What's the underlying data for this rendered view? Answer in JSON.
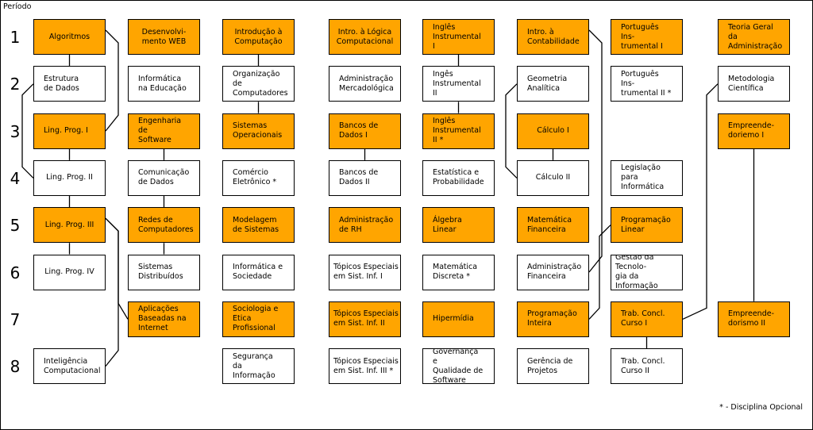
{
  "title": "Período",
  "legend": "* - Disciplina Opcional",
  "periods": [
    "1",
    "2",
    "3",
    "4",
    "5",
    "6",
    "7",
    "8"
  ],
  "courses": [
    {
      "id": "c1p1",
      "label": "Algoritmos",
      "type": "required",
      "col": 1,
      "period": 1
    },
    {
      "id": "c1p2",
      "label": "Estrutura\nde Dados",
      "type": "optional",
      "col": 1,
      "period": 2
    },
    {
      "id": "c1p3",
      "label": "Ling. Prog. I",
      "type": "required",
      "col": 1,
      "period": 3
    },
    {
      "id": "c1p4",
      "label": "Ling. Prog. II",
      "type": "optional",
      "col": 1,
      "period": 4
    },
    {
      "id": "c1p5",
      "label": "Ling. Prog. III",
      "type": "required",
      "col": 1,
      "period": 5
    },
    {
      "id": "c1p6",
      "label": "Ling. Prog. IV",
      "type": "optional",
      "col": 1,
      "period": 6
    },
    {
      "id": "c1p8",
      "label": "Inteligência\nComputacional",
      "type": "optional",
      "col": 1,
      "period": 8
    },
    {
      "id": "c2p1",
      "label": "Desenvolvi-\nmento WEB",
      "type": "required",
      "col": 2,
      "period": 1
    },
    {
      "id": "c2p2",
      "label": "Informática\nna Educação",
      "type": "optional",
      "col": 2,
      "period": 2
    },
    {
      "id": "c2p3",
      "label": "Engenharia de\nSoftware",
      "type": "required",
      "col": 2,
      "period": 3
    },
    {
      "id": "c2p4",
      "label": "Comunicação\nde Dados",
      "type": "optional",
      "col": 2,
      "period": 4
    },
    {
      "id": "c2p5",
      "label": "Redes de\nComputadores",
      "type": "required",
      "col": 2,
      "period": 5
    },
    {
      "id": "c2p6",
      "label": "Sistemas\nDistribuídos",
      "type": "optional",
      "col": 2,
      "period": 6
    },
    {
      "id": "c2p7",
      "label": "Aplicações\nBaseadas na\nInternet",
      "type": "required",
      "col": 2,
      "period": 7
    },
    {
      "id": "c3p1",
      "label": "Introdução à\nComputação",
      "type": "required",
      "col": 3,
      "period": 1
    },
    {
      "id": "c3p2",
      "label": "Organização de\nComputadores",
      "type": "optional",
      "col": 3,
      "period": 2
    },
    {
      "id": "c3p3",
      "label": "Sistemas\nOperacionais",
      "type": "required",
      "col": 3,
      "period": 3
    },
    {
      "id": "c3p4",
      "label": "Comércio\nEletrônico *",
      "type": "optional",
      "col": 3,
      "period": 4
    },
    {
      "id": "c3p5",
      "label": "Modelagem\nde Sistemas",
      "type": "required",
      "col": 3,
      "period": 5
    },
    {
      "id": "c3p6",
      "label": "Informática e\nSociedade",
      "type": "optional",
      "col": 3,
      "period": 6
    },
    {
      "id": "c3p7",
      "label": "Sociologia e\nEtica Profissional",
      "type": "required",
      "col": 3,
      "period": 7
    },
    {
      "id": "c3p8",
      "label": "Segurança da\nInformação",
      "type": "optional",
      "col": 3,
      "period": 8
    },
    {
      "id": "c4p1",
      "label": "Intro. à Lógica\nComputacional",
      "type": "required",
      "col": 4,
      "period": 1
    },
    {
      "id": "c4p2",
      "label": "Administração\nMercadológica",
      "type": "optional",
      "col": 4,
      "period": 2
    },
    {
      "id": "c4p3",
      "label": "Bancos de\nDados I",
      "type": "required",
      "col": 4,
      "period": 3
    },
    {
      "id": "c4p4",
      "label": "Bancos de\nDados II",
      "type": "optional",
      "col": 4,
      "period": 4
    },
    {
      "id": "c4p5",
      "label": "Administração\nde RH",
      "type": "required",
      "col": 4,
      "period": 5
    },
    {
      "id": "c4p6",
      "label": "Tópicos Especiais\nem Sist. Inf. I",
      "type": "optional",
      "col": 4,
      "period": 6
    },
    {
      "id": "c4p7",
      "label": "Tópicos Especiais\nem Sist. Inf. II",
      "type": "required",
      "col": 4,
      "period": 7
    },
    {
      "id": "c4p8",
      "label": "Tópicos Especiais\nem Sist. Inf. III *",
      "type": "optional",
      "col": 4,
      "period": 8
    },
    {
      "id": "c5p1",
      "label": "Inglês\nInstrumental I",
      "type": "required",
      "col": 5,
      "period": 1
    },
    {
      "id": "c5p2",
      "label": "Ingês\nInstrumental II",
      "type": "optional",
      "col": 5,
      "period": 2
    },
    {
      "id": "c5p3",
      "label": "Inglês\nInstrumental II *",
      "type": "required",
      "col": 5,
      "period": 3
    },
    {
      "id": "c5p4",
      "label": "Estatística e\nProbabilidade",
      "type": "optional",
      "col": 5,
      "period": 4
    },
    {
      "id": "c5p5",
      "label": "Álgebra\nLinear",
      "type": "required",
      "col": 5,
      "period": 5
    },
    {
      "id": "c5p6",
      "label": "Matemática\nDiscreta *",
      "type": "optional",
      "col": 5,
      "period": 6
    },
    {
      "id": "c5p7",
      "label": "Hipermídia",
      "type": "required",
      "col": 5,
      "period": 7
    },
    {
      "id": "c5p8",
      "label": "Governança e\nQualidade de\nSoftware",
      "type": "optional",
      "col": 5,
      "period": 8
    },
    {
      "id": "c6p1",
      "label": "Intro. à\nContabilidade",
      "type": "required",
      "col": 6,
      "period": 1
    },
    {
      "id": "c6p2",
      "label": "Geometria\nAnalítica",
      "type": "optional",
      "col": 6,
      "period": 2
    },
    {
      "id": "c6p3",
      "label": "Cálculo I",
      "type": "required",
      "col": 6,
      "period": 3
    },
    {
      "id": "c6p4",
      "label": "Cálculo II",
      "type": "optional",
      "col": 6,
      "period": 4
    },
    {
      "id": "c6p5",
      "label": "Matemática\nFinanceira",
      "type": "required",
      "col": 6,
      "period": 5
    },
    {
      "id": "c6p6",
      "label": "Administração\nFinanceira",
      "type": "optional",
      "col": 6,
      "period": 6
    },
    {
      "id": "c6p7",
      "label": "Programação\nInteira",
      "type": "required",
      "col": 6,
      "period": 7
    },
    {
      "id": "c6p8",
      "label": "Gerência de\nProjetos",
      "type": "optional",
      "col": 6,
      "period": 8
    },
    {
      "id": "c7p1",
      "label": "Português Ins-\ntrumental I",
      "type": "required",
      "col": 7,
      "period": 1
    },
    {
      "id": "c7p2",
      "label": "Português Ins-\ntrumental II *",
      "type": "optional",
      "col": 7,
      "period": 2
    },
    {
      "id": "c7p4",
      "label": "Legislação para\nInformática",
      "type": "optional",
      "col": 7,
      "period": 4
    },
    {
      "id": "c7p5",
      "label": "Programação\nLinear",
      "type": "required",
      "col": 7,
      "period": 5
    },
    {
      "id": "c7p6",
      "label": "Gestão da Tecnolo-\ngia da Informação",
      "type": "optional",
      "col": 7,
      "period": 6
    },
    {
      "id": "c7p7",
      "label": "Trab. Concl.\nCurso I",
      "type": "required",
      "col": 7,
      "period": 7
    },
    {
      "id": "c7p8",
      "label": "Trab. Concl.\nCurso II",
      "type": "optional",
      "col": 7,
      "period": 8
    },
    {
      "id": "c8p1",
      "label": "Teoria Geral\nda Administração",
      "type": "required",
      "col": 8,
      "period": 1
    },
    {
      "id": "c8p2",
      "label": "Metodologia\nCientífica",
      "type": "optional",
      "col": 8,
      "period": 2
    },
    {
      "id": "c8p3",
      "label": "Empreende-\ndoriemo I",
      "type": "required",
      "col": 8,
      "period": 3
    },
    {
      "id": "c8p7",
      "label": "Empreende-\ndorismo II",
      "type": "required",
      "col": 8,
      "period": 7
    }
  ],
  "links": [
    {
      "from": "c1p1",
      "to": "c1p2",
      "kind": "v"
    },
    {
      "from": "c1p1",
      "to": "c1p3",
      "kind": "right"
    },
    {
      "from": "c1p2",
      "to": "c1p4",
      "kind": "left"
    },
    {
      "from": "c1p3",
      "to": "c1p4",
      "kind": "v"
    },
    {
      "from": "c1p4",
      "to": "c1p5",
      "kind": "v"
    },
    {
      "from": "c1p5",
      "to": "c1p6",
      "kind": "v"
    },
    {
      "from": "c1p5",
      "to": "c2p7",
      "kind": "right"
    },
    {
      "from": "c1p5",
      "to": "c1p8",
      "kind": "right"
    },
    {
      "from": "c2p3",
      "to": "c2p4",
      "kind": "v"
    },
    {
      "from": "c2p4",
      "to": "c2p5",
      "kind": "v"
    },
    {
      "from": "c2p5",
      "to": "c2p6",
      "kind": "v"
    },
    {
      "from": "c3p1",
      "to": "c3p2",
      "kind": "v"
    },
    {
      "from": "c3p2",
      "to": "c3p3",
      "kind": "v"
    },
    {
      "from": "c4p3",
      "to": "c4p4",
      "kind": "v"
    },
    {
      "from": "c5p1",
      "to": "c5p2",
      "kind": "v"
    },
    {
      "from": "c5p2",
      "to": "c5p3",
      "kind": "v"
    },
    {
      "from": "c6p2",
      "to": "c6p4",
      "kind": "left"
    },
    {
      "from": "c6p3",
      "to": "c6p4",
      "kind": "v"
    },
    {
      "from": "c6p1",
      "to": "c6p6",
      "kind": "right"
    },
    {
      "from": "c7p5",
      "to": "c6p7",
      "kind": "cross"
    },
    {
      "from": "c7p7",
      "to": "c7p8",
      "kind": "v"
    },
    {
      "from": "c8p2",
      "to": "c7p7",
      "kind": "cross"
    },
    {
      "from": "c8p3",
      "to": "c8p7",
      "kind": "v"
    }
  ]
}
